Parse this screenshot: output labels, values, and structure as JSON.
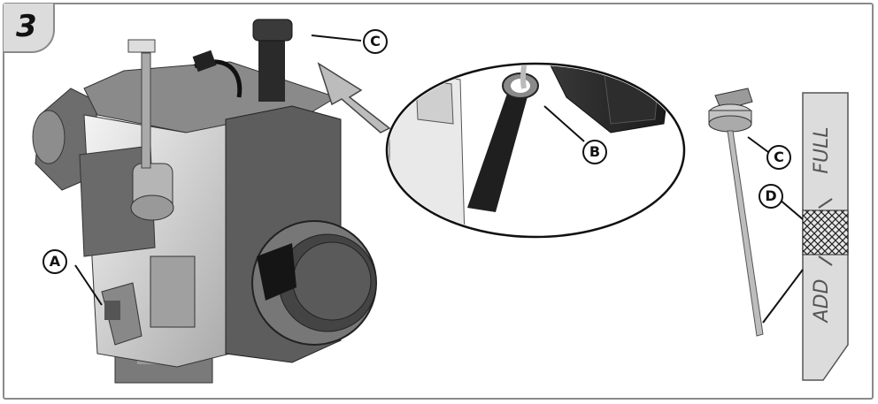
{
  "figure": {
    "step_number": "3",
    "callouts": {
      "a": "A",
      "b": "B",
      "c_engine": "C",
      "c_dipstick": "C",
      "d": "D"
    },
    "dipstick_marks": {
      "full": "FULL",
      "add": "ADD"
    }
  }
}
